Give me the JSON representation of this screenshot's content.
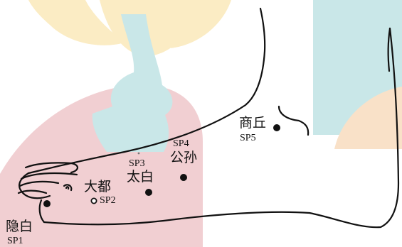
{
  "colors": {
    "watermark_yellow": "#fbecc4",
    "watermark_cyan": "#c9e7e8",
    "watermark_pink": "#f1cfd2",
    "watermark_peach": "#f9e1c8",
    "outline": "#111111",
    "point": "#111111"
  },
  "points": [
    {
      "id": "SP1",
      "name": "隐白",
      "code": "SP1",
      "style": "filled"
    },
    {
      "id": "SP2",
      "name": "大都",
      "code": "SP2",
      "style": "hollow"
    },
    {
      "id": "SP3",
      "name": "太白",
      "code": "SP3",
      "style": "filled"
    },
    {
      "id": "SP4",
      "name": "公孙",
      "code": "SP4",
      "style": "filled"
    },
    {
      "id": "SP5",
      "name": "商丘",
      "code": "SP5",
      "style": "filled"
    }
  ]
}
